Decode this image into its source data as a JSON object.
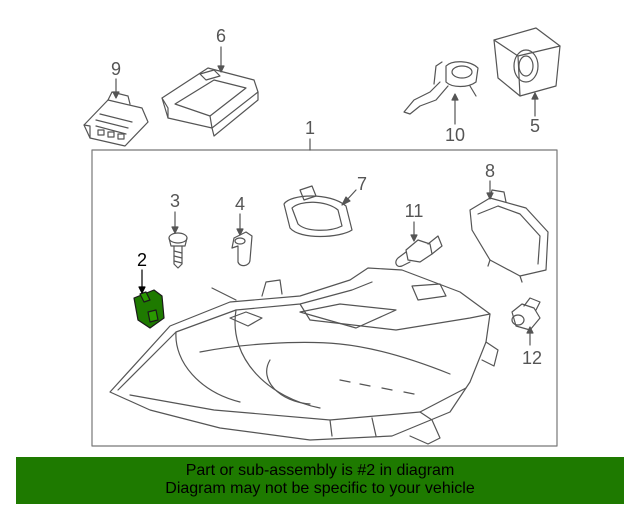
{
  "callouts": {
    "c1": "1",
    "c2": "2",
    "c3": "3",
    "c4": "4",
    "c5": "5",
    "c6": "6",
    "c7": "7",
    "c8": "8",
    "c9": "9",
    "c10": "10",
    "c11": "11",
    "c12": "12"
  },
  "colors": {
    "highlight_part": "#1e7a00",
    "footer_background": "#1e7a00",
    "line_art": "#555555"
  },
  "footer": {
    "line1": "Part or sub-assembly is #2 in diagram",
    "line2": "Diagram may not be specific to your vehicle"
  }
}
